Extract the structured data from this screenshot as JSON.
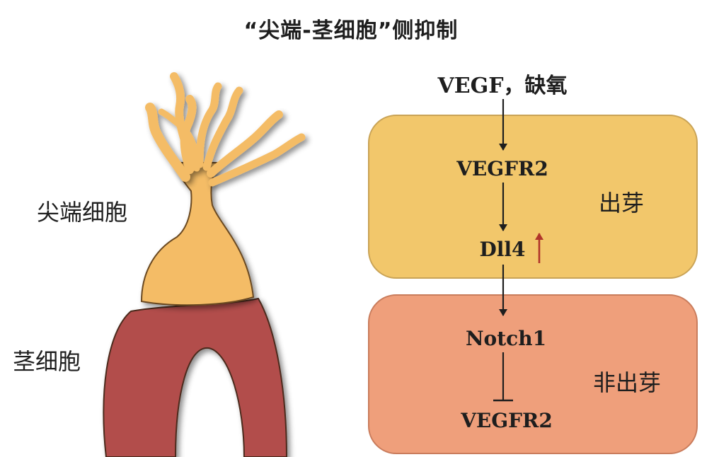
{
  "title": "“尖端-茎细胞”侧抑制",
  "labels": {
    "tip_cell": "尖端细胞",
    "stalk_cell": "茎细胞"
  },
  "pathway": {
    "input": "VEGF，缺氧",
    "receptor_top": "VEGFR2",
    "ligand": "Dll4",
    "notch": "Notch1",
    "receptor_bottom": "VEGFR2"
  },
  "regions": {
    "sprouting": "出芽",
    "non_sprouting": "非出芽"
  },
  "colors": {
    "sprout_box": "#f2c76b",
    "nonsprout_box": "#ef9f7b",
    "tip_cell": "#f4bc66",
    "stalk_cell": "#b24e4c",
    "up_arrow": "#b0342a"
  }
}
